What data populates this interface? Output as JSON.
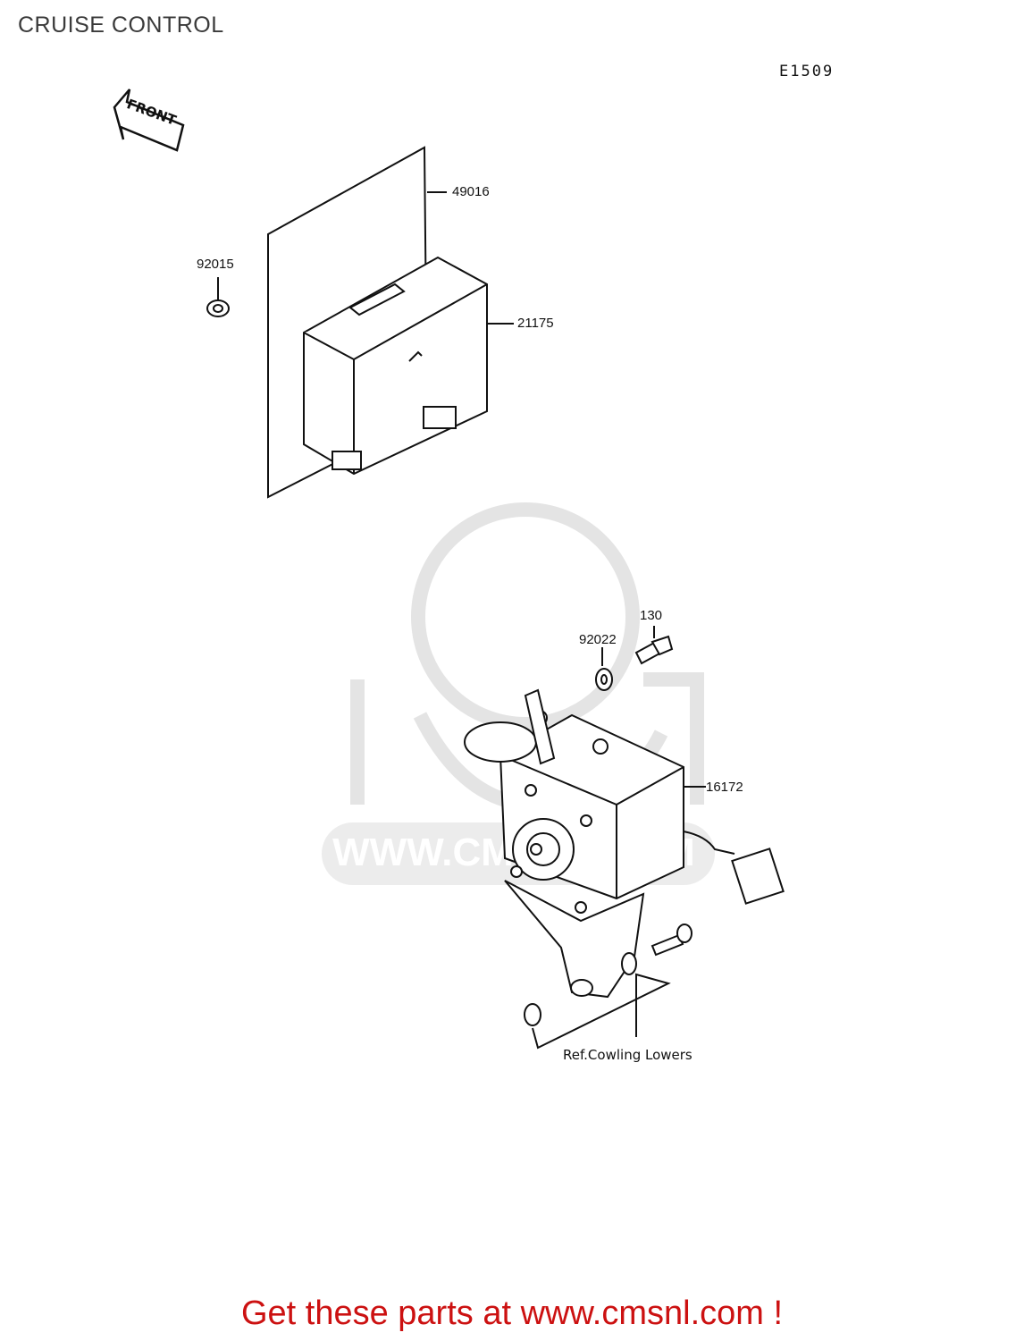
{
  "header": {
    "title": "CRUISE CONTROL",
    "diagram_code": "E1509"
  },
  "front_arrow": {
    "text": "FRONT"
  },
  "parts": [
    {
      "number": "49016"
    },
    {
      "number": "92015"
    },
    {
      "number": "21175"
    },
    {
      "number": "130"
    },
    {
      "number": "92022"
    },
    {
      "number": "16172"
    }
  ],
  "reference": {
    "text": "Ref.Cowling Lowers"
  },
  "watermark": {
    "text": "WWW.CMSNL.COM"
  },
  "footer": {
    "promo_text": "Get these parts at www.cmsnl.com !"
  },
  "colors": {
    "promo": "#cc1111",
    "line": "#111111",
    "watermark": "#e6e6e6"
  }
}
